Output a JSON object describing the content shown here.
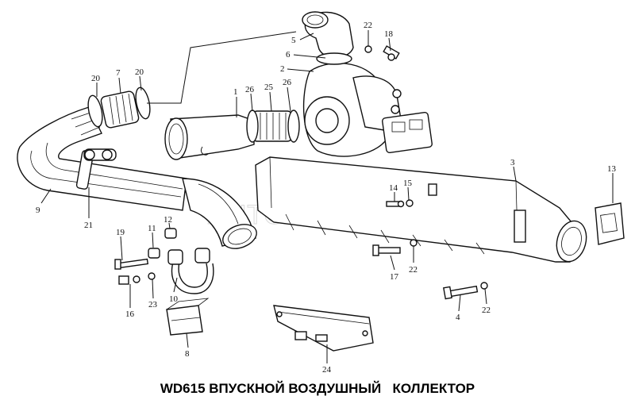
{
  "title": "WD615 ВПУСКНОЙ ВОЗДУШНЫЙ   КОЛЛЕКТОР",
  "watermark": "AUTOPITER.RU",
  "labels": [
    {
      "id": "callout-5",
      "text": "5"
    },
    {
      "id": "callout-22a",
      "text": "22"
    },
    {
      "id": "callout-18",
      "text": "18"
    },
    {
      "id": "callout-6",
      "text": "6"
    },
    {
      "id": "callout-2",
      "text": "2"
    },
    {
      "id": "callout-20a",
      "text": "20"
    },
    {
      "id": "callout-7",
      "text": "7"
    },
    {
      "id": "callout-20b",
      "text": "20"
    },
    {
      "id": "callout-1",
      "text": "1"
    },
    {
      "id": "callout-26a",
      "text": "26"
    },
    {
      "id": "callout-25",
      "text": "25"
    },
    {
      "id": "callout-26b",
      "text": "26"
    },
    {
      "id": "callout-3",
      "text": "3"
    },
    {
      "id": "callout-13",
      "text": "13"
    },
    {
      "id": "callout-14",
      "text": "14"
    },
    {
      "id": "callout-15",
      "text": "15"
    },
    {
      "id": "callout-9",
      "text": "9"
    },
    {
      "id": "callout-21",
      "text": "21"
    },
    {
      "id": "callout-12",
      "text": "12"
    },
    {
      "id": "callout-11",
      "text": "11"
    },
    {
      "id": "callout-19",
      "text": "19"
    },
    {
      "id": "callout-17",
      "text": "17"
    },
    {
      "id": "callout-22b",
      "text": "22"
    },
    {
      "id": "callout-16",
      "text": "16"
    },
    {
      "id": "callout-23",
      "text": "23"
    },
    {
      "id": "callout-10",
      "text": "10"
    },
    {
      "id": "callout-4",
      "text": "4"
    },
    {
      "id": "callout-22c",
      "text": "22"
    },
    {
      "id": "callout-8",
      "text": "8"
    },
    {
      "id": "callout-24",
      "text": "24"
    }
  ]
}
